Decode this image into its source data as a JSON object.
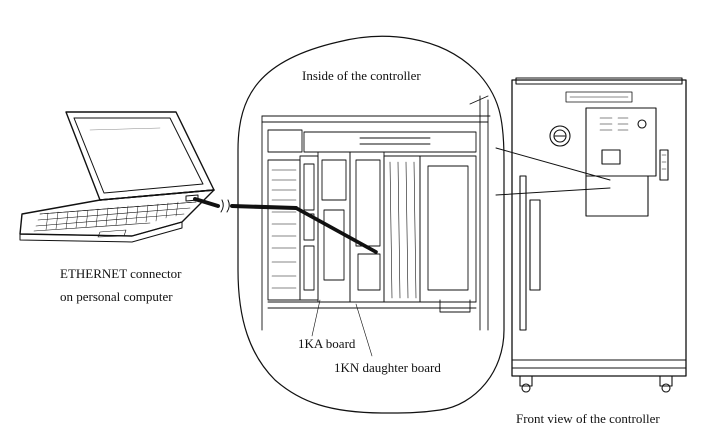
{
  "labels": {
    "inside_controller": "Inside of the controller",
    "ethernet_connector_line1": "ETHERNET connector",
    "ethernet_connector_line2": "on personal computer",
    "board_1ka": "1KA board",
    "board_1kn": "1KN daughter board",
    "front_view": "Front view of the controller"
  }
}
